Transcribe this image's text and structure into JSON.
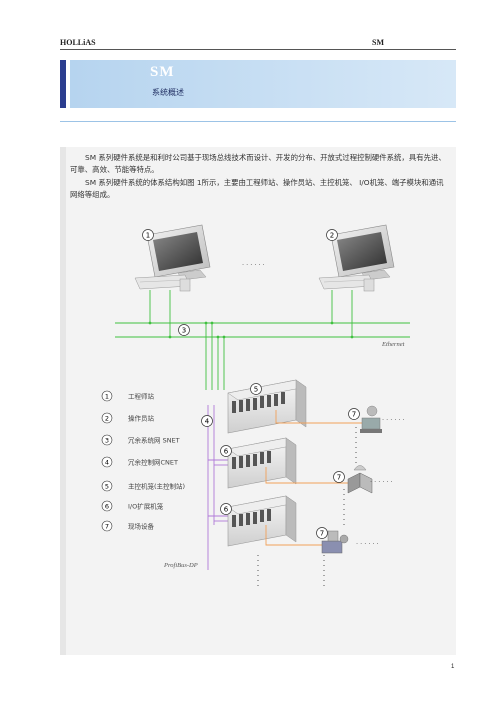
{
  "header": {
    "left": "HOLLiAS",
    "right": "SM"
  },
  "banner": {
    "title": "SM",
    "subtitle": "系统概述"
  },
  "intro": [
    "SM 系列硬件系统是和利时公司基于现场总线技术而设计、开发的分布、开放式过程控制硬件系统，具有先进、可靠、高效、节能等特点。",
    "SM 系列硬件系统的体系结构如图 1所示，主要由工程师站、操作员站、主控机笼、 I/O机笼、端子模块和通讯网络等组成。"
  ],
  "diagram": {
    "ethernet_label": "Ethernet",
    "profibus_label": "ProfiBus-DP",
    "dots": "· · · · · ·",
    "legend": [
      {
        "num": "1",
        "text": "工程师站"
      },
      {
        "num": "2",
        "text": "操作员站"
      },
      {
        "num": "3",
        "text": "冗余系统网 SNET"
      },
      {
        "num": "4",
        "text": "冗余控制网CNET"
      },
      {
        "num": "5",
        "text": "主控机笼(主控制站)"
      },
      {
        "num": "6",
        "text": "I/O扩展机笼"
      },
      {
        "num": "7",
        "text": "现场设备"
      }
    ],
    "callouts": [
      "1",
      "2",
      "3",
      "4",
      "5",
      "6",
      "6",
      "7",
      "7",
      "7"
    ]
  },
  "page_number": "1",
  "colors": {
    "snet": "#3fc03f",
    "cnet": "#b07ad8",
    "field": "#f0a05a",
    "banner": "#b6d4ef"
  }
}
